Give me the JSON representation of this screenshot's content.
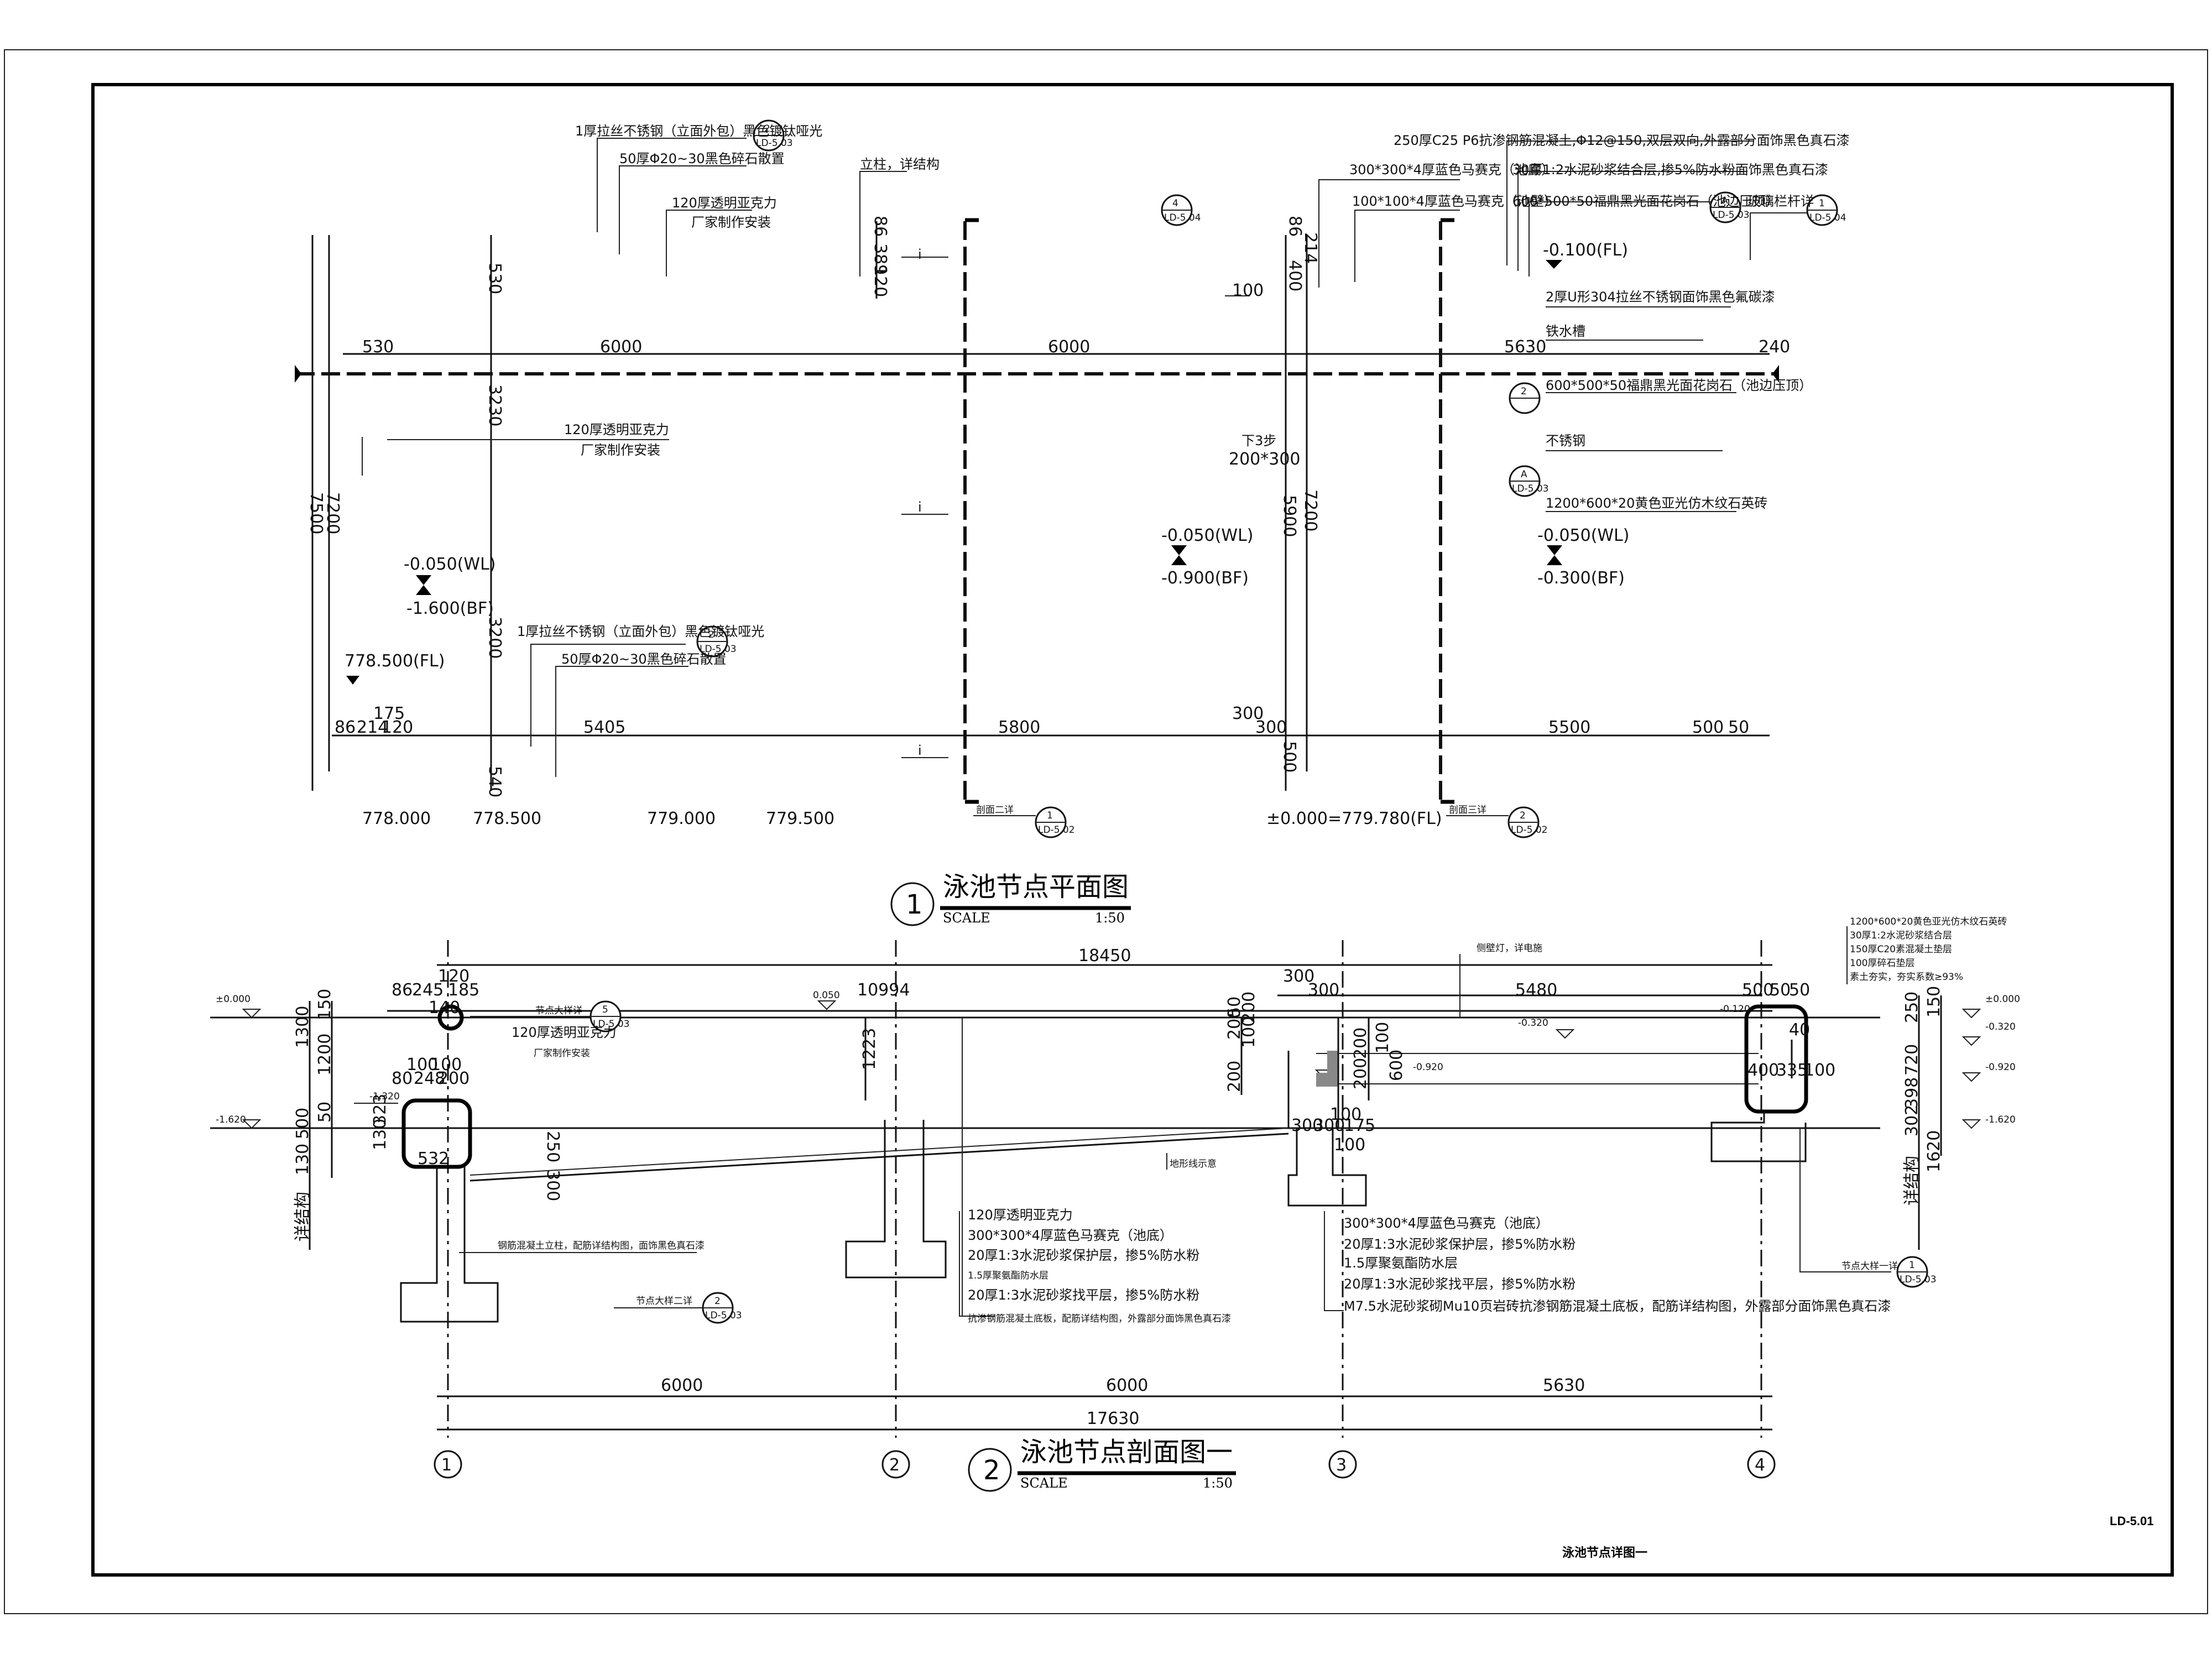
{
  "sheet": {
    "code": "LD-5.01",
    "title": "泳池节点详图一"
  },
  "plan": {
    "title_number": "1",
    "title": "泳池节点平面图",
    "scale_label": "SCALE",
    "scale_value": "1:50",
    "dims_top": [
      "530",
      "6000",
      "6000",
      "5630",
      "240"
    ],
    "dims_bottom": [
      "86",
      "214",
      "120",
      "175",
      "5405",
      "5800",
      "300",
      "300",
      "5500",
      "500",
      "50"
    ],
    "dims_left": [
      "530",
      "3230",
      "3200",
      "540",
      "7200",
      "7500"
    ],
    "dims_mid": [
      "86",
      "120",
      "389",
      "100",
      "86",
      "214",
      "400",
      "5900",
      "7200",
      "500"
    ],
    "stair": [
      "下3步",
      "200*300"
    ],
    "elev_bottom": [
      "778.000",
      "778.500",
      "779.000",
      "779.500",
      "±0.000=779.780(FL)"
    ],
    "levels": [
      {
        "top": "-0.050(WL)",
        "bottom": "-1.600(BF)"
      },
      {
        "top": "-0.050(WL)",
        "bottom": "-0.900(BF)"
      },
      {
        "top": "-0.050(WL)",
        "bottom": "-0.300(BF)"
      }
    ],
    "level_fl_left": "778.500(FL)",
    "level_fl_right": "-0.100(FL)",
    "notes_left": [
      "1厚拉丝不锈钢（立面外包）黑色镀钛哑光",
      "50厚Φ20~30黑色碎石散置",
      "120厚透明亚克力",
      "厂家制作安装",
      "立柱，详结构",
      "120厚透明亚克力",
      "厂家制作安装",
      "1厚拉丝不锈钢（立面外包）黑色镀钛哑光",
      "50厚Φ20~30黑色碎石散置"
    ],
    "notes_right": [
      "250厚C25 P6抗渗钢筋混凝土,Φ12@150,双层双向,外露部分面饰黑色真石漆",
      "300*300*4厚蓝色马赛克（池底）",
      "30厚1:2水泥砂浆结合层,掺5%防水粉面饰黑色真石漆",
      "100*100*4厚蓝色马赛克（池壁）",
      "600*500*50福鼎黑光面花岗石（池边压顶）",
      "玻璃栏杆详",
      "2厚U形304拉丝不锈钢面饰黑色氟碳漆",
      "铁水槽",
      "600*500*50福鼎黑光面花岗石（池边压顶）",
      "不锈钢",
      "1200*600*20黄色亚光仿木纹石英砖"
    ],
    "refs": [
      {
        "num": "2",
        "sheet": "LD-5.03"
      },
      {
        "num": "4",
        "sheet": "LD-5.04"
      },
      {
        "num": "A",
        "sheet": "LD-5.03"
      },
      {
        "num": "1",
        "sheet": "LD-5.04"
      },
      {
        "num": "2",
        "sheet": "LD-5.03"
      },
      {
        "num": "A",
        "sheet": "LD-5.03"
      },
      {
        "num": "2",
        "sheet": "LD-5.03"
      },
      {
        "num": "1",
        "sheet": "LD-5.02"
      },
      {
        "num": "2",
        "sheet": "LD-5.02"
      }
    ],
    "section_labels": [
      "剖面二详",
      "剖面三详"
    ],
    "grid_i": "i"
  },
  "section": {
    "title_number": "2",
    "title": "泳池节点剖面图一",
    "scale_label": "SCALE",
    "scale_value": "1:50",
    "dims_top": [
      "18450",
      "86",
      "245",
      "120",
      "185",
      "140",
      "10994",
      "300",
      "300",
      "5480",
      "500",
      "50",
      "50"
    ],
    "dims_bottom": [
      "6000",
      "6000",
      "5630",
      "17630"
    ],
    "grid_labels": [
      "1",
      "2",
      "3",
      "4"
    ],
    "elev_left": [
      "±0.000",
      "-1.320",
      "-1.620",
      "0.050"
    ],
    "elev_right": [
      "±0.000",
      "-0.320",
      "-0.920",
      "-1.620",
      "-0.120",
      "-0.320",
      "-0.920"
    ],
    "dims_left": [
      "1300",
      "1200",
      "150",
      "500",
      "130",
      "50",
      "200",
      "详结构"
    ],
    "dims_mid_a": [
      "100",
      "100",
      "80",
      "248",
      "200",
      "130",
      "323",
      "532",
      "250",
      "300",
      "1223"
    ],
    "dims_mid_b": [
      "200",
      "50",
      "200",
      "100",
      "200",
      "200",
      "200",
      "100",
      "600",
      "300",
      "300",
      "100",
      "100",
      "100",
      "175"
    ],
    "dims_right": [
      "250",
      "150",
      "720",
      "1620",
      "302",
      "398",
      "详结构",
      "400",
      "335",
      "100",
      "40"
    ],
    "notes_a": [
      "节点大样详",
      "120厚透明亚克力",
      "厂家制作安装",
      "钢筋混凝土立柱，配筋详结构图，面饰黑色真石漆",
      "节点大样二详"
    ],
    "notes_b": [
      "120厚透明亚克力",
      "300*300*4厚蓝色马赛克（池底）",
      "20厚1:3水泥砂浆保护层，掺5%防水粉",
      "1.5厚聚氨酯防水层",
      "20厚1:3水泥砂浆找平层，掺5%防水粉",
      "抗渗钢筋混凝土底板，配筋详结构图，外露部分面饰黑色真石漆"
    ],
    "notes_c": [
      "300*300*4厚蓝色马赛克（池底）",
      "20厚1:3水泥砂浆保护层，掺5%防水粉",
      "1.5厚聚氨酯防水层",
      "20厚1:3水泥砂浆找平层，掺5%防水粉",
      "M7.5水泥砂浆砌Mu10页岩砖抗渗钢筋混凝土底板，配筋详结构图，外露部分面饰黑色真石漆"
    ],
    "notes_right": [
      "1200*600*20黄色亚光仿木纹石英砖",
      "30厚1:2水泥砂浆结合层",
      "150厚C20素混凝土垫层",
      "100厚碎石垫层",
      "素土夯实，夯实系数≥93%"
    ],
    "note_light": "侧壁灯，详电施",
    "note_ground": "地形线示意",
    "node_detail": "节点大样一详",
    "refs": [
      {
        "num": "5",
        "sheet": "LD-5.03"
      },
      {
        "num": "2",
        "sheet": "LD-5.03"
      },
      {
        "num": "1",
        "sheet": "LD-5.03"
      }
    ]
  }
}
